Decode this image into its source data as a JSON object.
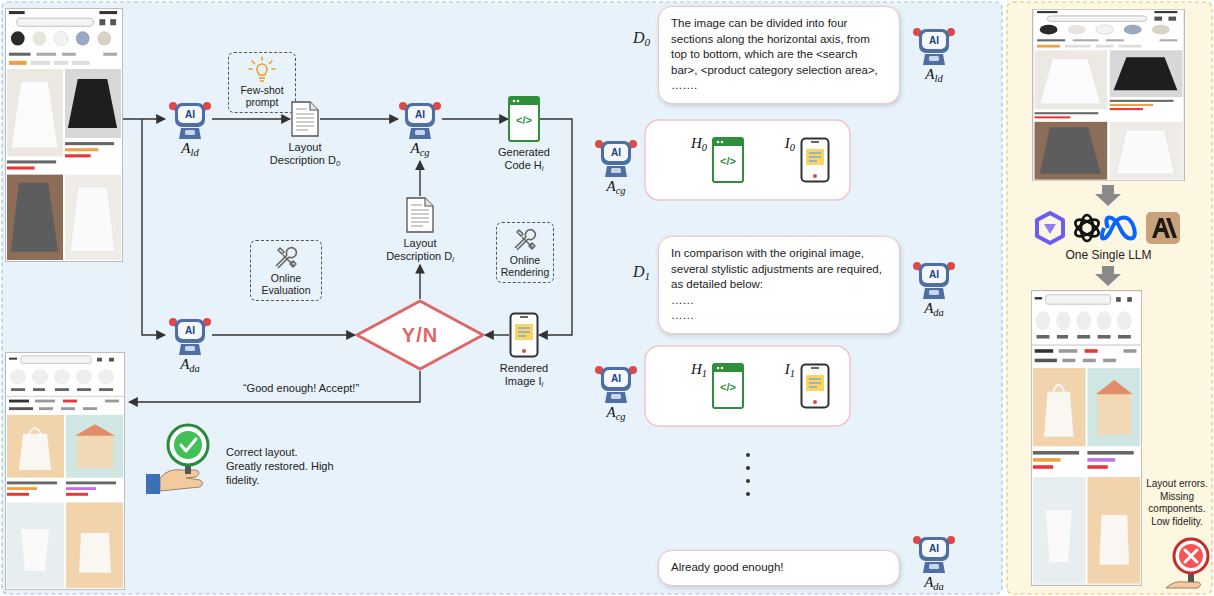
{
  "diagram": {
    "nodes": [
      {
        "text": [
          "Few-shot prompt"
        ]
      },
      {
        "text": [
          "AI",
          "Ald"
        ]
      },
      {
        "text": [
          "Layout Description D0"
        ]
      },
      {
        "text": [
          "AI",
          "Acg"
        ]
      },
      {
        "text": [
          "</>",
          "Generated Code Hi"
        ]
      },
      {
        "text": [
          "Online Rendering"
        ]
      },
      {
        "text": [
          "AI",
          "Ada"
        ]
      },
      {
        "text": [
          "Online Evaluation"
        ]
      },
      {
        "text": [
          "Layout Description Di"
        ]
      },
      {
        "text": [
          "Y/N"
        ]
      },
      {
        "text": [
          "Rendered Image Ii"
        ]
      },
      {
        "text": [
          "The image can be divided into four sections along the horizontal axis, from top to bottom, which are the <search bar>, <product category selection area>, ……."
        ]
      },
      {
        "text": [
          "AI",
          "Ald"
        ]
      },
      {
        "text": [
          "AI",
          "Acg"
        ]
      },
      {
        "text": [
          "</>",
          "H0"
        ]
      },
      {
        "text": [
          "I0"
        ]
      },
      {
        "text": [
          "In comparison with the original image, several stylistic adjustments are required, as detailed below:",
          "……",
          "……"
        ]
      },
      {
        "text": [
          "AI",
          "Ada"
        ]
      },
      {
        "text": [
          "AI",
          "Acg"
        ]
      },
      {
        "text": [
          "</>",
          "H1"
        ]
      },
      {
        "text": [
          "I1"
        ]
      },
      {
        "text": [
          "Already good enough!"
        ]
      },
      {
        "text": [
          "AI",
          "Ada"
        ]
      }
    ],
    "edges": [
      {
        "from": 1,
        "to": 2,
        "arrow": "to"
      },
      {
        "from": 2,
        "to": 3,
        "arrow": "to"
      },
      {
        "from": 3,
        "to": 4,
        "arrow": "to"
      },
      {
        "from": 4,
        "to": 10,
        "arrow": "to"
      },
      {
        "from": 10,
        "to": 9,
        "arrow": "to"
      },
      {
        "from": 6,
        "to": 9,
        "arrow": "to"
      },
      {
        "from": 9,
        "to": 8,
        "arrow": "to"
      },
      {
        "from": 8,
        "to": 3,
        "arrow": "to"
      }
    ],
    "labels": [
      "D0",
      "D1",
      "“Good enough! Accept!”",
      "Correct layout. Greatly restored. High fidelity.",
      "One Single LLM",
      "Layout errors. Missing components. Low fidelity."
    ]
  }
}
